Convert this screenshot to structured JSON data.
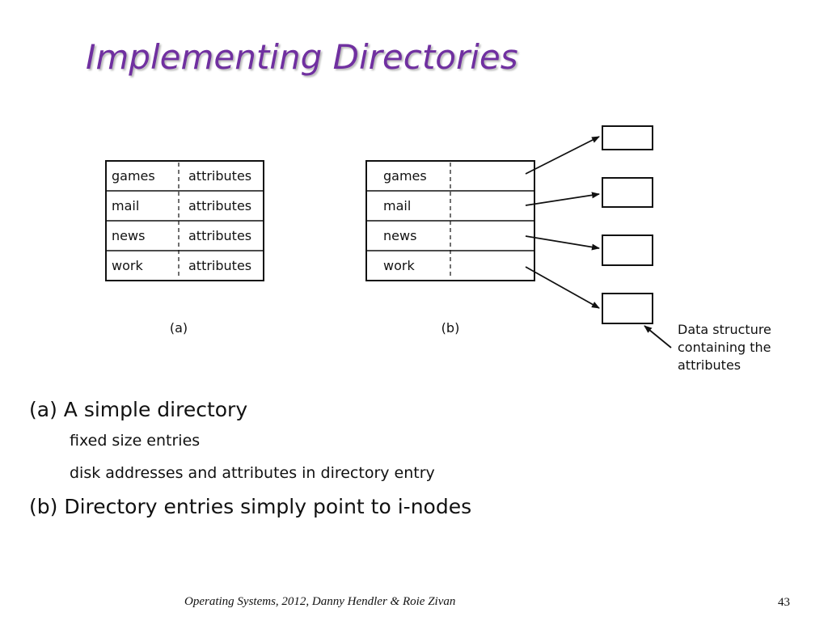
{
  "slide": {
    "title": "Implementing Directories",
    "footer": "Operating Systems, 2012, Danny Hendler & Roie Zivan",
    "page_number": "43"
  },
  "diagram": {
    "table_a": {
      "rows": [
        {
          "name": "games",
          "attr": "attributes"
        },
        {
          "name": "mail",
          "attr": "attributes"
        },
        {
          "name": "news",
          "attr": "attributes"
        },
        {
          "name": "work",
          "attr": "attributes"
        }
      ],
      "label": "(a)"
    },
    "table_b": {
      "rows": [
        {
          "name": "games"
        },
        {
          "name": "mail"
        },
        {
          "name": "news"
        },
        {
          "name": "work"
        }
      ],
      "label": "(b)"
    },
    "annotation": {
      "lines": [
        "Data structure",
        "containing the",
        "attributes"
      ]
    }
  },
  "bullets": {
    "a_heading": "(a) A simple directory",
    "a_sub1": "fixed size entries",
    "a_sub2": "disk addresses and attributes in directory entry",
    "b_heading": "(b) Directory entries simply point to i-nodes"
  }
}
